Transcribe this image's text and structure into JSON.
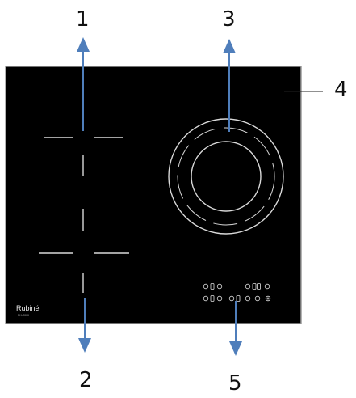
{
  "callouts": [
    {
      "id": 1,
      "label": "1"
    },
    {
      "id": 2,
      "label": "2"
    },
    {
      "id": 3,
      "label": "3"
    },
    {
      "id": 4,
      "label": "4"
    },
    {
      "id": 5,
      "label": "5"
    }
  ],
  "hob": {
    "brand": "Rubiné",
    "model": "RH-2000"
  },
  "colors": {
    "surface": "#000000",
    "frame": "#9a9a9a",
    "zone_marks": "#d9d9d9",
    "arrow": "#4f7ebb",
    "leader_line": "#222222",
    "text": "#111111"
  }
}
